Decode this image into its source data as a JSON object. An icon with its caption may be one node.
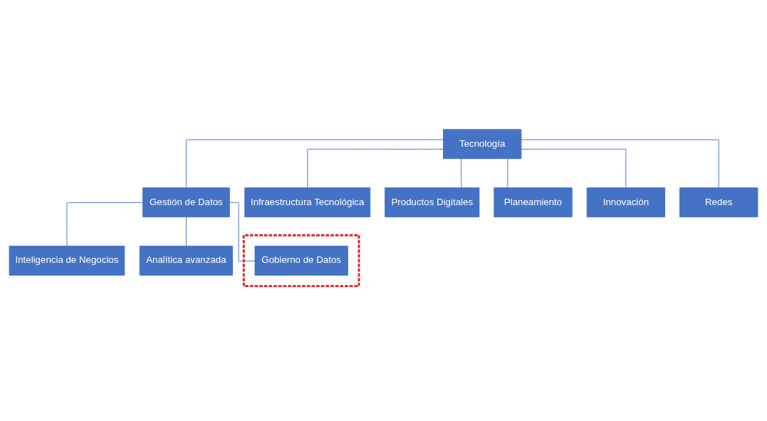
{
  "diagram": {
    "nodes": [
      {
        "text": [
          "Tecnología"
        ]
      },
      {
        "text": [
          "Gestión de Datos"
        ]
      },
      {
        "text": [
          "Infraestructura Tecnológica"
        ]
      },
      {
        "text": [
          "Productos Digitales"
        ]
      },
      {
        "text": [
          "Planeamiento"
        ]
      },
      {
        "text": [
          "Innovación"
        ]
      },
      {
        "text": [
          "Redes"
        ]
      },
      {
        "text": [
          "Inteligencia de Negocios"
        ]
      },
      {
        "text": [
          "Analítica avanzada"
        ]
      },
      {
        "text": [],
        "shape": "box"
      },
      {
        "text": [
          "Gobierno de Datos"
        ],
        "in": 9
      }
    ],
    "edges": [
      {
        "from": 0,
        "to": 1,
        "arrow": "none"
      },
      {
        "from": 0,
        "to": 2,
        "arrow": "none"
      },
      {
        "from": 0,
        "to": 3,
        "arrow": "none"
      },
      {
        "from": 0,
        "to": 4,
        "arrow": "none"
      },
      {
        "from": 0,
        "to": 5,
        "arrow": "none"
      },
      {
        "from": 0,
        "to": 6,
        "arrow": "none"
      },
      {
        "from": 1,
        "to": 7,
        "arrow": "none"
      },
      {
        "from": 1,
        "to": 8,
        "arrow": "none"
      },
      {
        "from": 1,
        "to": 10,
        "arrow": "none"
      }
    ]
  }
}
